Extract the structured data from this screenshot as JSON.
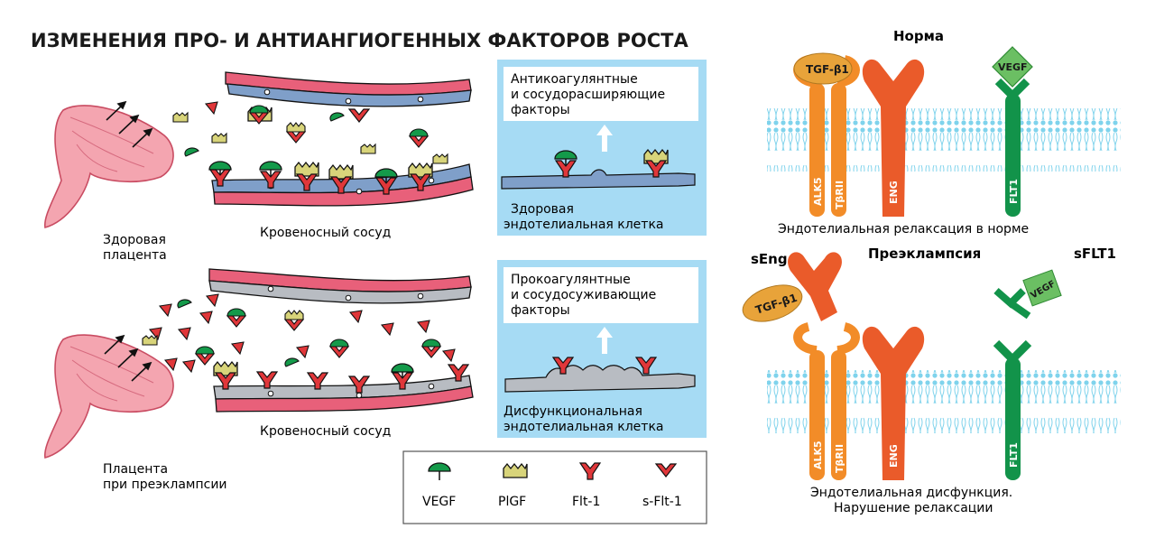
{
  "title": "ИЗМЕНЕНИЯ ПРО- И АНТИАНГИОГЕННЫХ ФАКТОРОВ РОСТА",
  "left_panel": {
    "healthy_placenta": [
      "Здоровая",
      "плацента"
    ],
    "preeclampsia_placenta": [
      "Плацента",
      "при преэклампсии"
    ],
    "vessel_top": "Кровеносный сосуд",
    "vessel_bottom": "Кровеносный сосуд"
  },
  "boxes": {
    "healthy": {
      "factors": [
        "Антикоагулянтные",
        "и сосудорасширяющие",
        "факторы"
      ],
      "cell": [
        "Здоровая",
        "эндотелиальная клетка"
      ]
    },
    "diseased": {
      "factors": [
        "Прокоагулянтные",
        "и сосудосуживающие",
        "факторы"
      ],
      "cell": [
        "Дисфункциональная",
        "эндотелиальная клетка"
      ]
    }
  },
  "legend": [
    "VEGF",
    "PlGF",
    "Flt-1",
    "s-Flt-1"
  ],
  "right_panel": {
    "norm_title": "Норма",
    "preeclampsia_title": "Преэклампсия",
    "seng_label": "sEng",
    "sflt1_label": "sFLT1",
    "tgf_label": "TGF-β1",
    "vegf_label": "VEGF",
    "receptors": [
      "ALK5",
      "TβRII",
      "ENG",
      "FLT1"
    ],
    "caption_norm": "Эндотелиальная релаксация в норме",
    "caption_pe": [
      "Эндотелиальная дисфункция.",
      "Нарушение релаксации"
    ]
  },
  "colors": {
    "placenta": "#f4a5b0",
    "placenta_stroke": "#c94c62",
    "vessel_wall": "#e8607a",
    "endothelium_healthy": "#7f9fc9",
    "endothelium_diseased": "#b8bcc2",
    "box_bg": "#a6dbf4",
    "vegf": "#149a4a",
    "plgf": "#d8d47a",
    "flt1": "#e0373a",
    "orange": "#f28c28",
    "eng": "#ea5b2a",
    "tgf": "#e8a33a",
    "flt_receptor": "#12934a",
    "membrane": "#7fd3ec"
  }
}
